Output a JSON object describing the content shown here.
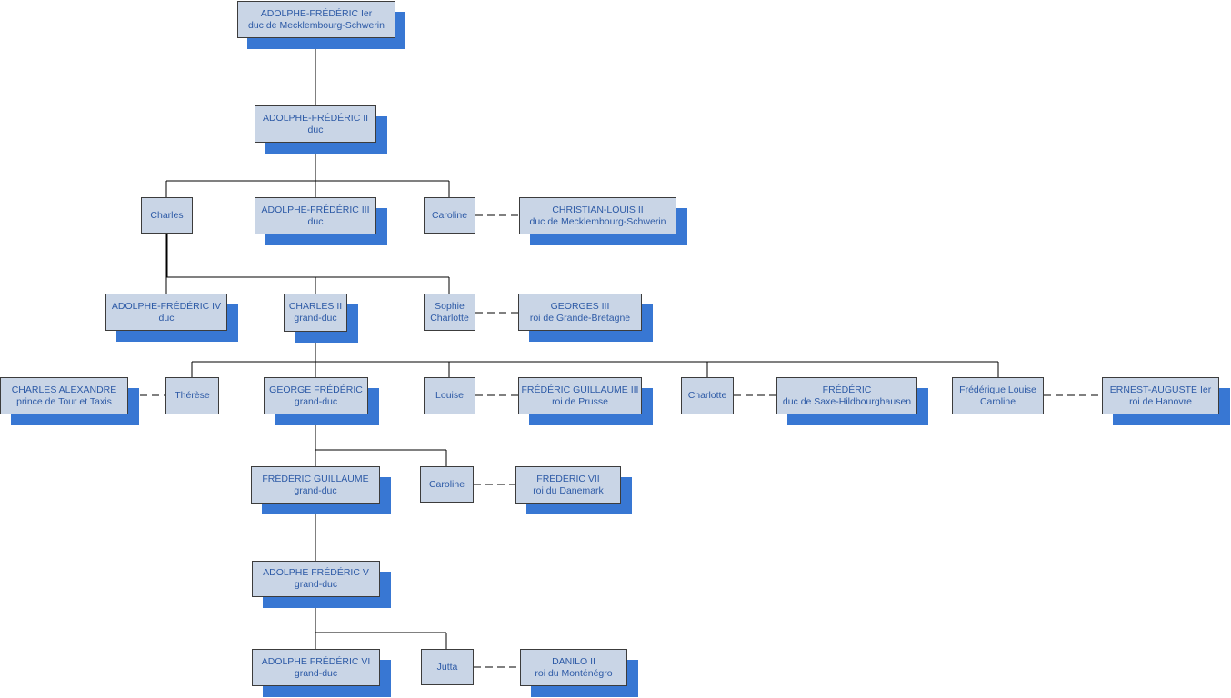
{
  "persons": {
    "af1": {
      "name": "ADOLPHE-FRÉDÉRIC Ier",
      "title": "duc de Mecklembourg-Schwerin"
    },
    "af2": {
      "name": "ADOLPHE-FRÉDÉRIC II",
      "title": "duc"
    },
    "charles": {
      "name": "Charles",
      "title": ""
    },
    "af3": {
      "name": "ADOLPHE-FRÉDÉRIC III",
      "title": "duc"
    },
    "caroline1": {
      "name": "Caroline",
      "title": ""
    },
    "christian_louis": {
      "name": "CHRISTIAN-LOUIS II",
      "title": "duc de Mecklembourg-Schwerin"
    },
    "af4": {
      "name": "ADOLPHE-FRÉDÉRIC IV",
      "title": "duc"
    },
    "charles2": {
      "name": "CHARLES II",
      "title": "grand-duc"
    },
    "sophie": {
      "name": "Sophie",
      "title": "Charlotte"
    },
    "georges3": {
      "name": "GEORGES III",
      "title": "roi de Grande-Bretagne"
    },
    "charles_alexandre": {
      "name": "CHARLES ALEXANDRE",
      "title": "prince de Tour et Taxis"
    },
    "therese": {
      "name": "Thérèse",
      "title": ""
    },
    "george_frederic": {
      "name": "GEORGE FRÉDÉRIC",
      "title": "grand-duc"
    },
    "louise": {
      "name": "Louise",
      "title": ""
    },
    "fg3": {
      "name": "FRÉDÉRIC GUILLAUME III",
      "title": "roi de Prusse"
    },
    "charlotte": {
      "name": "Charlotte",
      "title": ""
    },
    "frederic_saxe": {
      "name": "FRÉDÉRIC",
      "title": "duc de Saxe-Hildbourghausen"
    },
    "frederique": {
      "name": "Frédérique Louise",
      "title": "Caroline"
    },
    "ernest": {
      "name": "ERNEST-AUGUSTE Ier",
      "title": "roi de Hanovre"
    },
    "fg": {
      "name": "FRÉDÉRIC GUILLAUME",
      "title": "grand-duc"
    },
    "caroline2": {
      "name": "Caroline",
      "title": ""
    },
    "f7": {
      "name": "FRÉDÉRIC VII",
      "title": "roi du Danemark"
    },
    "af5": {
      "name": "ADOLPHE FRÉDÉRIC V",
      "title": "grand-duc"
    },
    "af6": {
      "name": "ADOLPHE FRÉDÉRIC VI",
      "title": "grand-duc"
    },
    "jutta": {
      "name": "Jutta",
      "title": ""
    },
    "danilo": {
      "name": "DANILO II",
      "title": "roi du Monténégro"
    }
  },
  "colors": {
    "box_fill": "#c9d5e6",
    "shadow": "#3877d3",
    "text": "#2d5aa6",
    "line": "#000000"
  }
}
